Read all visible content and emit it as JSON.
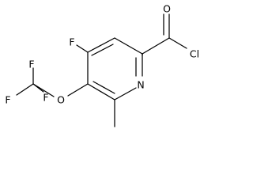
{
  "molecule": {
    "atoms": {
      "fluoro": "F",
      "carbonyl_oxygen": "O",
      "chlorine": "Cl",
      "ring_nitrogen": "N",
      "ether_oxygen": "O",
      "trifluoromethyl_f_top": "F",
      "trifluoromethyl_f_left": "F",
      "trifluoromethyl_f_bottom": "F"
    }
  }
}
